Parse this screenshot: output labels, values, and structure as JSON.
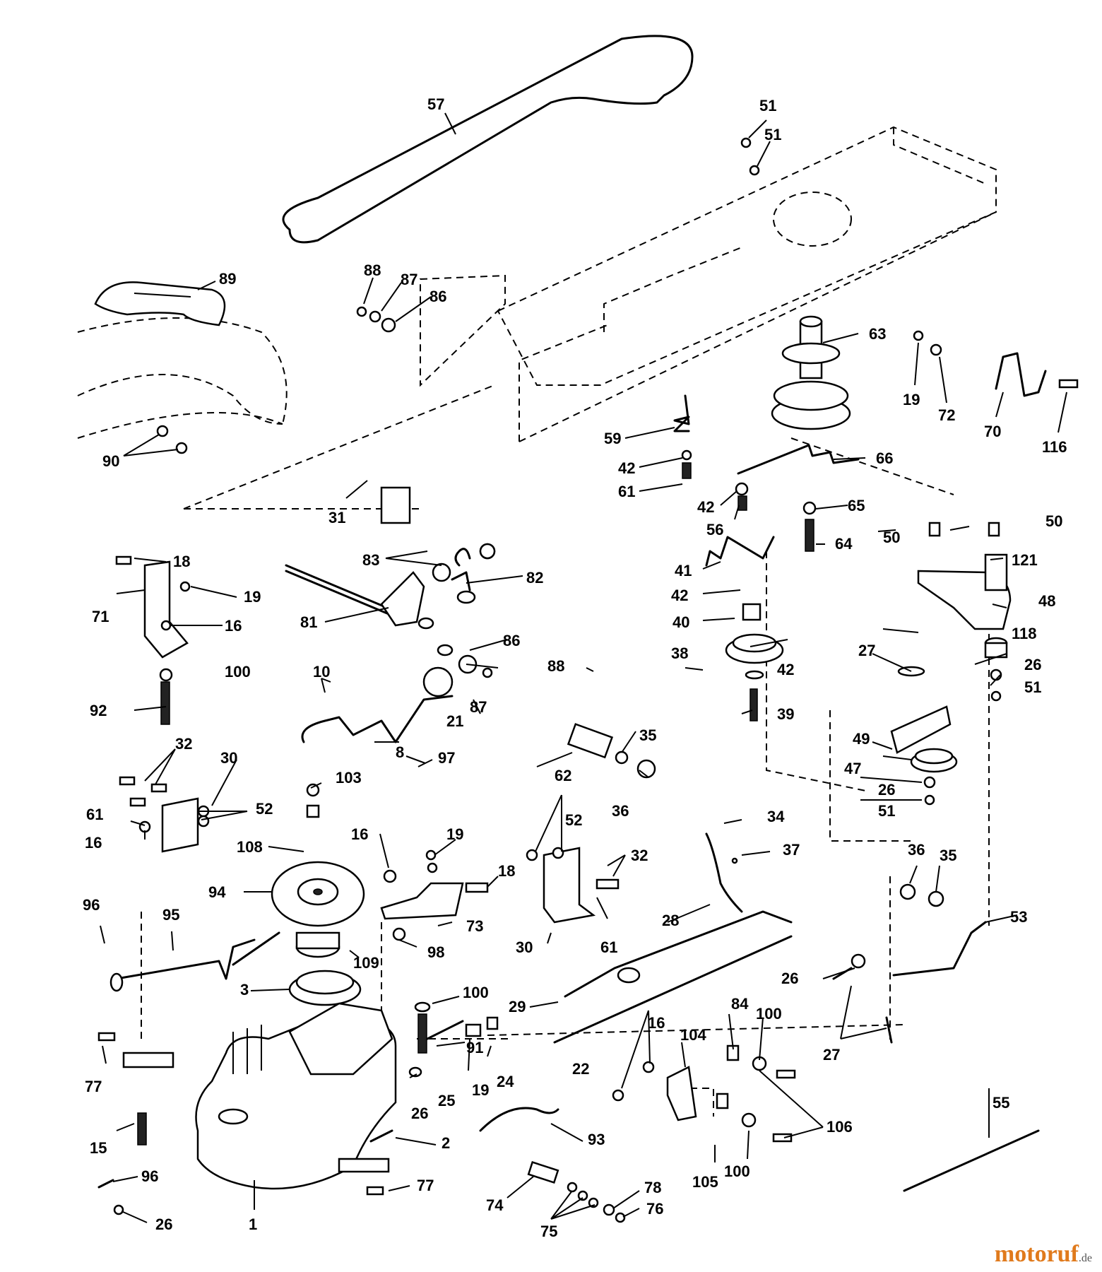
{
  "diagram": {
    "labels": [
      {
        "id": "57",
        "text": "57"
      },
      {
        "id": "51a",
        "text": "51"
      },
      {
        "id": "51b",
        "text": "51"
      },
      {
        "id": "89",
        "text": "89"
      },
      {
        "id": "88a",
        "text": "88"
      },
      {
        "id": "87a",
        "text": "87"
      },
      {
        "id": "86a",
        "text": "86"
      },
      {
        "id": "63",
        "text": "63"
      },
      {
        "id": "19a",
        "text": "19"
      },
      {
        "id": "72",
        "text": "72"
      },
      {
        "id": "70",
        "text": "70"
      },
      {
        "id": "116",
        "text": "116"
      },
      {
        "id": "90",
        "text": "90"
      },
      {
        "id": "59",
        "text": "59"
      },
      {
        "id": "42a",
        "text": "42"
      },
      {
        "id": "61a",
        "text": "61"
      },
      {
        "id": "66",
        "text": "66"
      },
      {
        "id": "31",
        "text": "31"
      },
      {
        "id": "42b",
        "text": "42"
      },
      {
        "id": "65",
        "text": "65"
      },
      {
        "id": "56",
        "text": "56"
      },
      {
        "id": "64",
        "text": "64"
      },
      {
        "id": "83",
        "text": "83"
      },
      {
        "id": "82",
        "text": "82"
      },
      {
        "id": "50a",
        "text": "50"
      },
      {
        "id": "50b",
        "text": "50"
      },
      {
        "id": "41",
        "text": "41"
      },
      {
        "id": "121",
        "text": "121"
      },
      {
        "id": "18a",
        "text": "18"
      },
      {
        "id": "19b",
        "text": "19"
      },
      {
        "id": "42c",
        "text": "42"
      },
      {
        "id": "71",
        "text": "71"
      },
      {
        "id": "16a",
        "text": "16"
      },
      {
        "id": "81",
        "text": "81"
      },
      {
        "id": "40",
        "text": "40"
      },
      {
        "id": "48",
        "text": "48"
      },
      {
        "id": "86b",
        "text": "86"
      },
      {
        "id": "38",
        "text": "38"
      },
      {
        "id": "118",
        "text": "118"
      },
      {
        "id": "27a",
        "text": "27"
      },
      {
        "id": "100a",
        "text": "100"
      },
      {
        "id": "88b",
        "text": "88"
      },
      {
        "id": "42d",
        "text": "42"
      },
      {
        "id": "26a",
        "text": "26"
      },
      {
        "id": "10",
        "text": "10"
      },
      {
        "id": "87b",
        "text": "87"
      },
      {
        "id": "51c",
        "text": "51"
      },
      {
        "id": "92",
        "text": "92"
      },
      {
        "id": "21",
        "text": "21"
      },
      {
        "id": "39",
        "text": "39"
      },
      {
        "id": "35a",
        "text": "35"
      },
      {
        "id": "49",
        "text": "49"
      },
      {
        "id": "32a",
        "text": "32"
      },
      {
        "id": "8",
        "text": "8"
      },
      {
        "id": "30a",
        "text": "30"
      },
      {
        "id": "97",
        "text": "97"
      },
      {
        "id": "47",
        "text": "47"
      },
      {
        "id": "62",
        "text": "62"
      },
      {
        "id": "26b",
        "text": "26"
      },
      {
        "id": "36a",
        "text": "36"
      },
      {
        "id": "103",
        "text": "103"
      },
      {
        "id": "52a",
        "text": "52"
      },
      {
        "id": "61b",
        "text": "61"
      },
      {
        "id": "51d",
        "text": "51"
      },
      {
        "id": "34",
        "text": "34"
      },
      {
        "id": "52b",
        "text": "52"
      },
      {
        "id": "16b",
        "text": "16"
      },
      {
        "id": "16c",
        "text": "16"
      },
      {
        "id": "19c",
        "text": "19"
      },
      {
        "id": "108",
        "text": "108"
      },
      {
        "id": "32b",
        "text": "32"
      },
      {
        "id": "37",
        "text": "37"
      },
      {
        "id": "36b",
        "text": "36"
      },
      {
        "id": "35b",
        "text": "35"
      },
      {
        "id": "18b",
        "text": "18"
      },
      {
        "id": "94",
        "text": "94"
      },
      {
        "id": "96a",
        "text": "96"
      },
      {
        "id": "95",
        "text": "95"
      },
      {
        "id": "73",
        "text": "73"
      },
      {
        "id": "30b",
        "text": "30"
      },
      {
        "id": "61c",
        "text": "61"
      },
      {
        "id": "28",
        "text": "28"
      },
      {
        "id": "53",
        "text": "53"
      },
      {
        "id": "98",
        "text": "98"
      },
      {
        "id": "109",
        "text": "109"
      },
      {
        "id": "26c",
        "text": "26"
      },
      {
        "id": "3",
        "text": "3"
      },
      {
        "id": "100b",
        "text": "100"
      },
      {
        "id": "29",
        "text": "29"
      },
      {
        "id": "84",
        "text": "84"
      },
      {
        "id": "100c",
        "text": "100"
      },
      {
        "id": "16d",
        "text": "16"
      },
      {
        "id": "91",
        "text": "91"
      },
      {
        "id": "104",
        "text": "104"
      },
      {
        "id": "24",
        "text": "24"
      },
      {
        "id": "77a",
        "text": "77"
      },
      {
        "id": "22",
        "text": "22"
      },
      {
        "id": "27b",
        "text": "27"
      },
      {
        "id": "19d",
        "text": "19"
      },
      {
        "id": "25",
        "text": "25"
      },
      {
        "id": "55",
        "text": "55"
      },
      {
        "id": "26d",
        "text": "26"
      },
      {
        "id": "15",
        "text": "15"
      },
      {
        "id": "93",
        "text": "93"
      },
      {
        "id": "106",
        "text": "106"
      },
      {
        "id": "2",
        "text": "2"
      },
      {
        "id": "105",
        "text": "105"
      },
      {
        "id": "100d",
        "text": "100"
      },
      {
        "id": "96b",
        "text": "96"
      },
      {
        "id": "77b",
        "text": "77"
      },
      {
        "id": "78",
        "text": "78"
      },
      {
        "id": "74",
        "text": "74"
      },
      {
        "id": "1",
        "text": "1"
      },
      {
        "id": "75",
        "text": "75"
      },
      {
        "id": "76",
        "text": "76"
      },
      {
        "id": "26e",
        "text": "26"
      }
    ]
  },
  "watermark": {
    "brand": "motoruf",
    "tld": ".de"
  }
}
